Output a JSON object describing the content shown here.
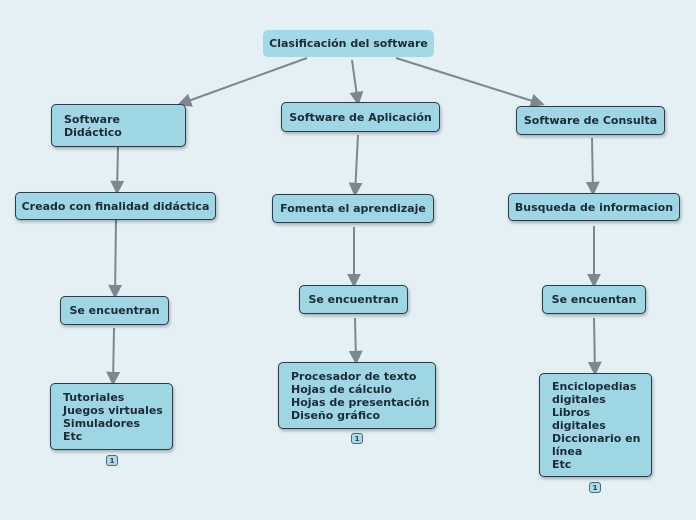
{
  "root": {
    "label": "Clasificación del software"
  },
  "columns": [
    {
      "type": {
        "label": "Software\nDidáctico"
      },
      "purpose": {
        "label": "Creado con finalidad didáctica"
      },
      "found": {
        "label": "Se encuentran"
      },
      "examples": {
        "text": "Tutoriales\nJuegos virtuales\nSimuladores\nEtc"
      },
      "badge": "1"
    },
    {
      "type": {
        "label": "Software de Aplicación"
      },
      "purpose": {
        "label": "Fomenta el aprendizaje"
      },
      "found": {
        "label": "Se encuentran"
      },
      "examples": {
        "text": "Procesador de texto\nHojas de cálculo\nHojas de presentación\nDiseño gráfico"
      },
      "badge": "1"
    },
    {
      "type": {
        "label": "Software de Consulta"
      },
      "purpose": {
        "label": "Busqueda de informacion"
      },
      "found": {
        "label": "Se encuentan"
      },
      "examples": {
        "text": "Enciclopedias\ndigitales\nLibros\ndigitales\nDiccionario en\nlínea\nEtc"
      },
      "badge": "1"
    }
  ],
  "colors": {
    "background": "#e4f0f4",
    "node_fill": "#9fd6e4",
    "node_border": "#2b3d4a",
    "connector": "#7d8790"
  }
}
